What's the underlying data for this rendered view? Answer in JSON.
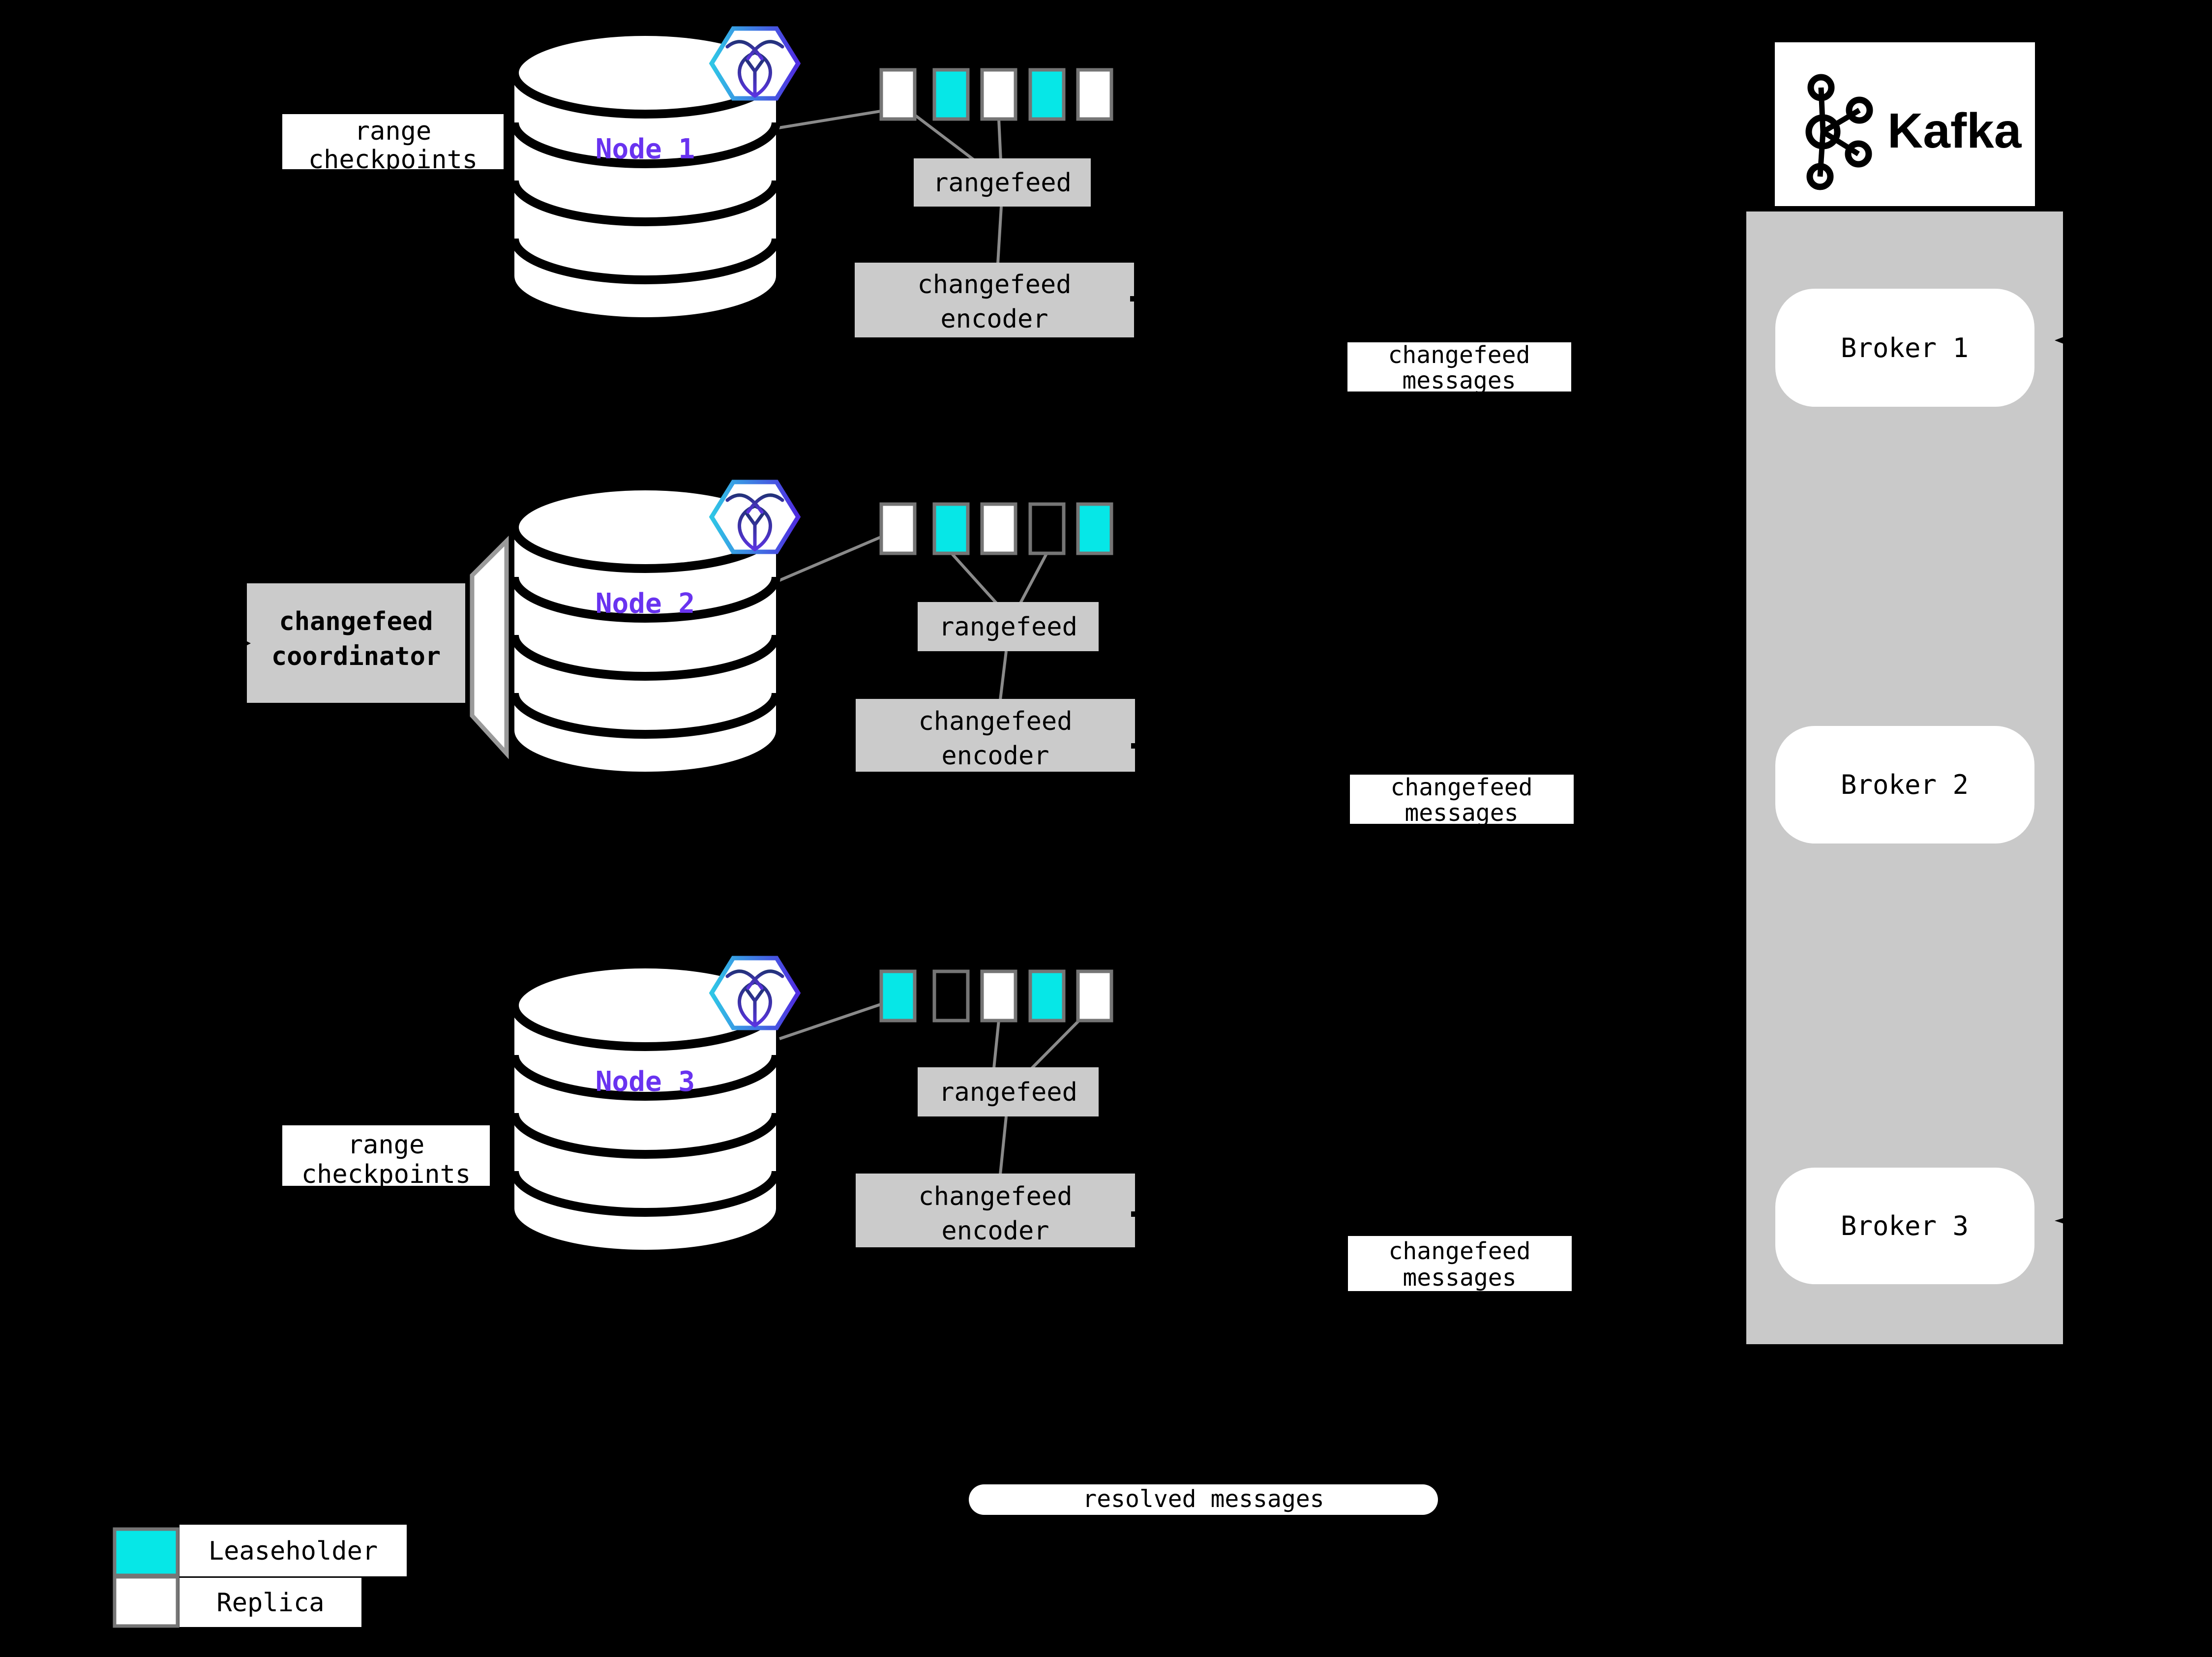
{
  "nodes": [
    {
      "name": "Node 1"
    },
    {
      "name": "Node 2"
    },
    {
      "name": "Node 3"
    }
  ],
  "labels": {
    "range_checkpoints_line1": "range",
    "range_checkpoints_line2": "checkpoints",
    "coordinator_line1": "changefeed",
    "coordinator_line2": "coordinator",
    "rangefeed": "rangefeed",
    "encoder_line1": "changefeed",
    "encoder_line2": "encoder",
    "messages_line1": "changefeed",
    "messages_line2": "messages",
    "resolved": "resolved messages"
  },
  "kafka": {
    "title": "Kafka",
    "brokers": [
      "Broker 1",
      "Broker 2",
      "Broker 3"
    ]
  },
  "legend": {
    "leaseholder_label": "Leaseholder",
    "replica_label": "Replica"
  },
  "range_patterns": [
    [
      "replica",
      "leaseholder",
      "replica",
      "leaseholder",
      "replica"
    ],
    [
      "replica",
      "leaseholder",
      "replica",
      "empty",
      "leaseholder"
    ],
    [
      "leaseholder",
      "empty",
      "replica",
      "leaseholder",
      "replica"
    ]
  ],
  "colors": {
    "leaseholder": "#06e7e7",
    "replica": "#ffffff",
    "node_label": "#6933f0",
    "box_gray": "#cbcbcb",
    "container_gray": "#c9c9c9",
    "line_gray": "#8a8a8a",
    "rect_border": "#757575",
    "crdb_gradient_start": "#2fc7e6",
    "crdb_gradient_end": "#4f2be0"
  }
}
